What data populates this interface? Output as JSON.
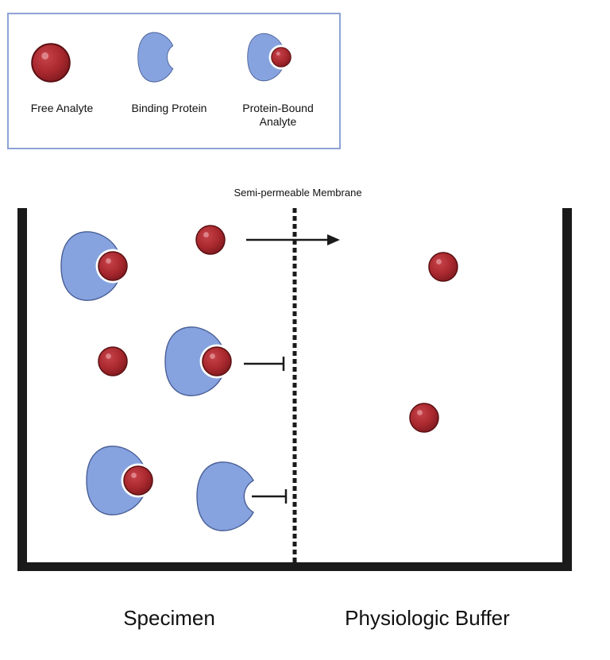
{
  "legend": {
    "free_analyte": "Free Analyte",
    "binding_protein": "Binding Protein",
    "protein_bound_line1": "Protein-Bound",
    "protein_bound_line2": "Analyte"
  },
  "membrane": {
    "label": "Semi-permeable Membrane"
  },
  "regions": {
    "left": "Specimen",
    "right": "Physiologic Buffer"
  },
  "colors": {
    "protein": "#86a3e0",
    "protein_stroke": "#4a5f96",
    "analyte": "#a8282e",
    "analyte_stroke": "#5a0f12",
    "legend_border": "#8da2d6",
    "container": "#1a1a1a"
  }
}
